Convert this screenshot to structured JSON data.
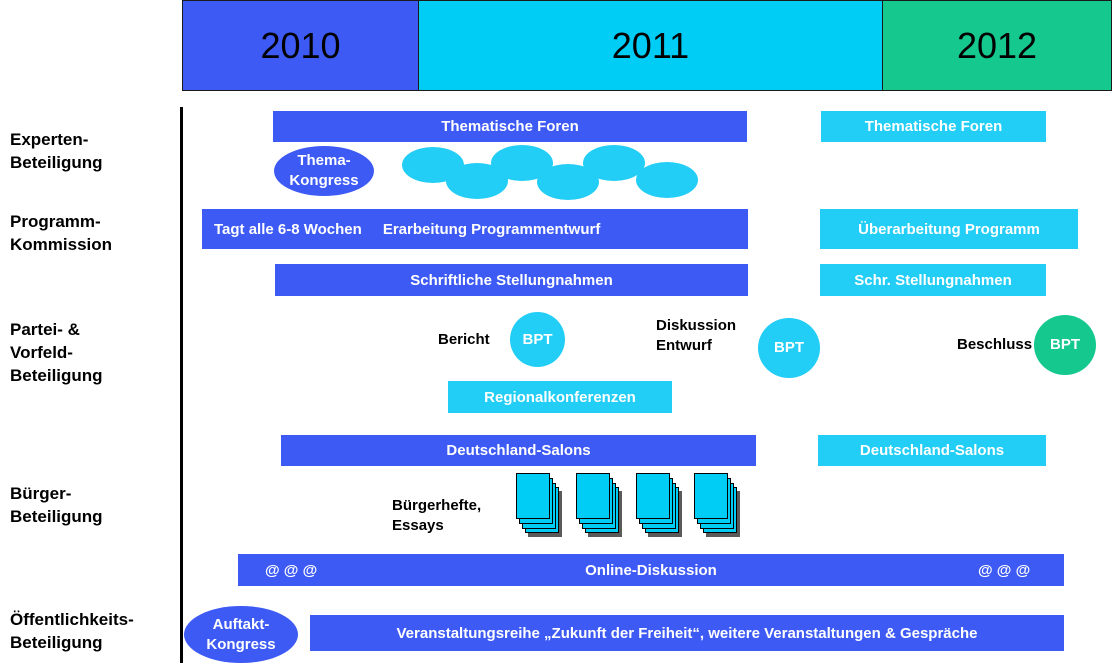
{
  "years": [
    "2010",
    "2011",
    "2012"
  ],
  "row_labels": {
    "experten": "Experten-\nBeteiligung",
    "programm": "Programm-\nKommission",
    "partei": "Partei- &\nVorfeld-\nBeteiligung",
    "buerger": "Bürger-\nBeteiligung",
    "oeffentlich": "Öffentlichkeits-\nBeteiligung"
  },
  "bars": {
    "thematische_foren": "Thematische Foren",
    "thematische_foren_2012": "Thematische Foren",
    "tagt": "Tagt alle 6-8 Wochen",
    "erarbeitung": "Erarbeitung Programmentwurf",
    "ueberarbeitung": "Überarbeitung Programm",
    "schriftliche": "Schriftliche Stellungnahmen",
    "schr_2012": "Schr. Stellungnahmen",
    "regional": "Regionalkonferenzen",
    "salons": "Deutschland-Salons",
    "salons_2012": "Deutschland-Salons",
    "online": "Online-Diskussion",
    "online_left": "@ @ @",
    "online_right": "@ @ @",
    "veranstaltung": "Veranstaltungsreihe „Zukunft der Freiheit“, weitere Veranstaltungen & Gespräche"
  },
  "ellipses": {
    "thema_kongress": "Thema-\nKongress",
    "bpt": "BPT",
    "auftakt": "Auftakt-\nKongress"
  },
  "labels": {
    "bericht": "Bericht",
    "diskussion": "Diskussion\nEntwurf",
    "beschluss": "Beschluss",
    "buergerhefte": "Bürgerhefte,\nEssays"
  },
  "colors": {
    "year_2010": "#3d5af5",
    "year_2011": "#00cdf6",
    "year_2012": "#14c88e",
    "dark_bar": "#3d5af5",
    "light_bar": "#22cdf6"
  }
}
